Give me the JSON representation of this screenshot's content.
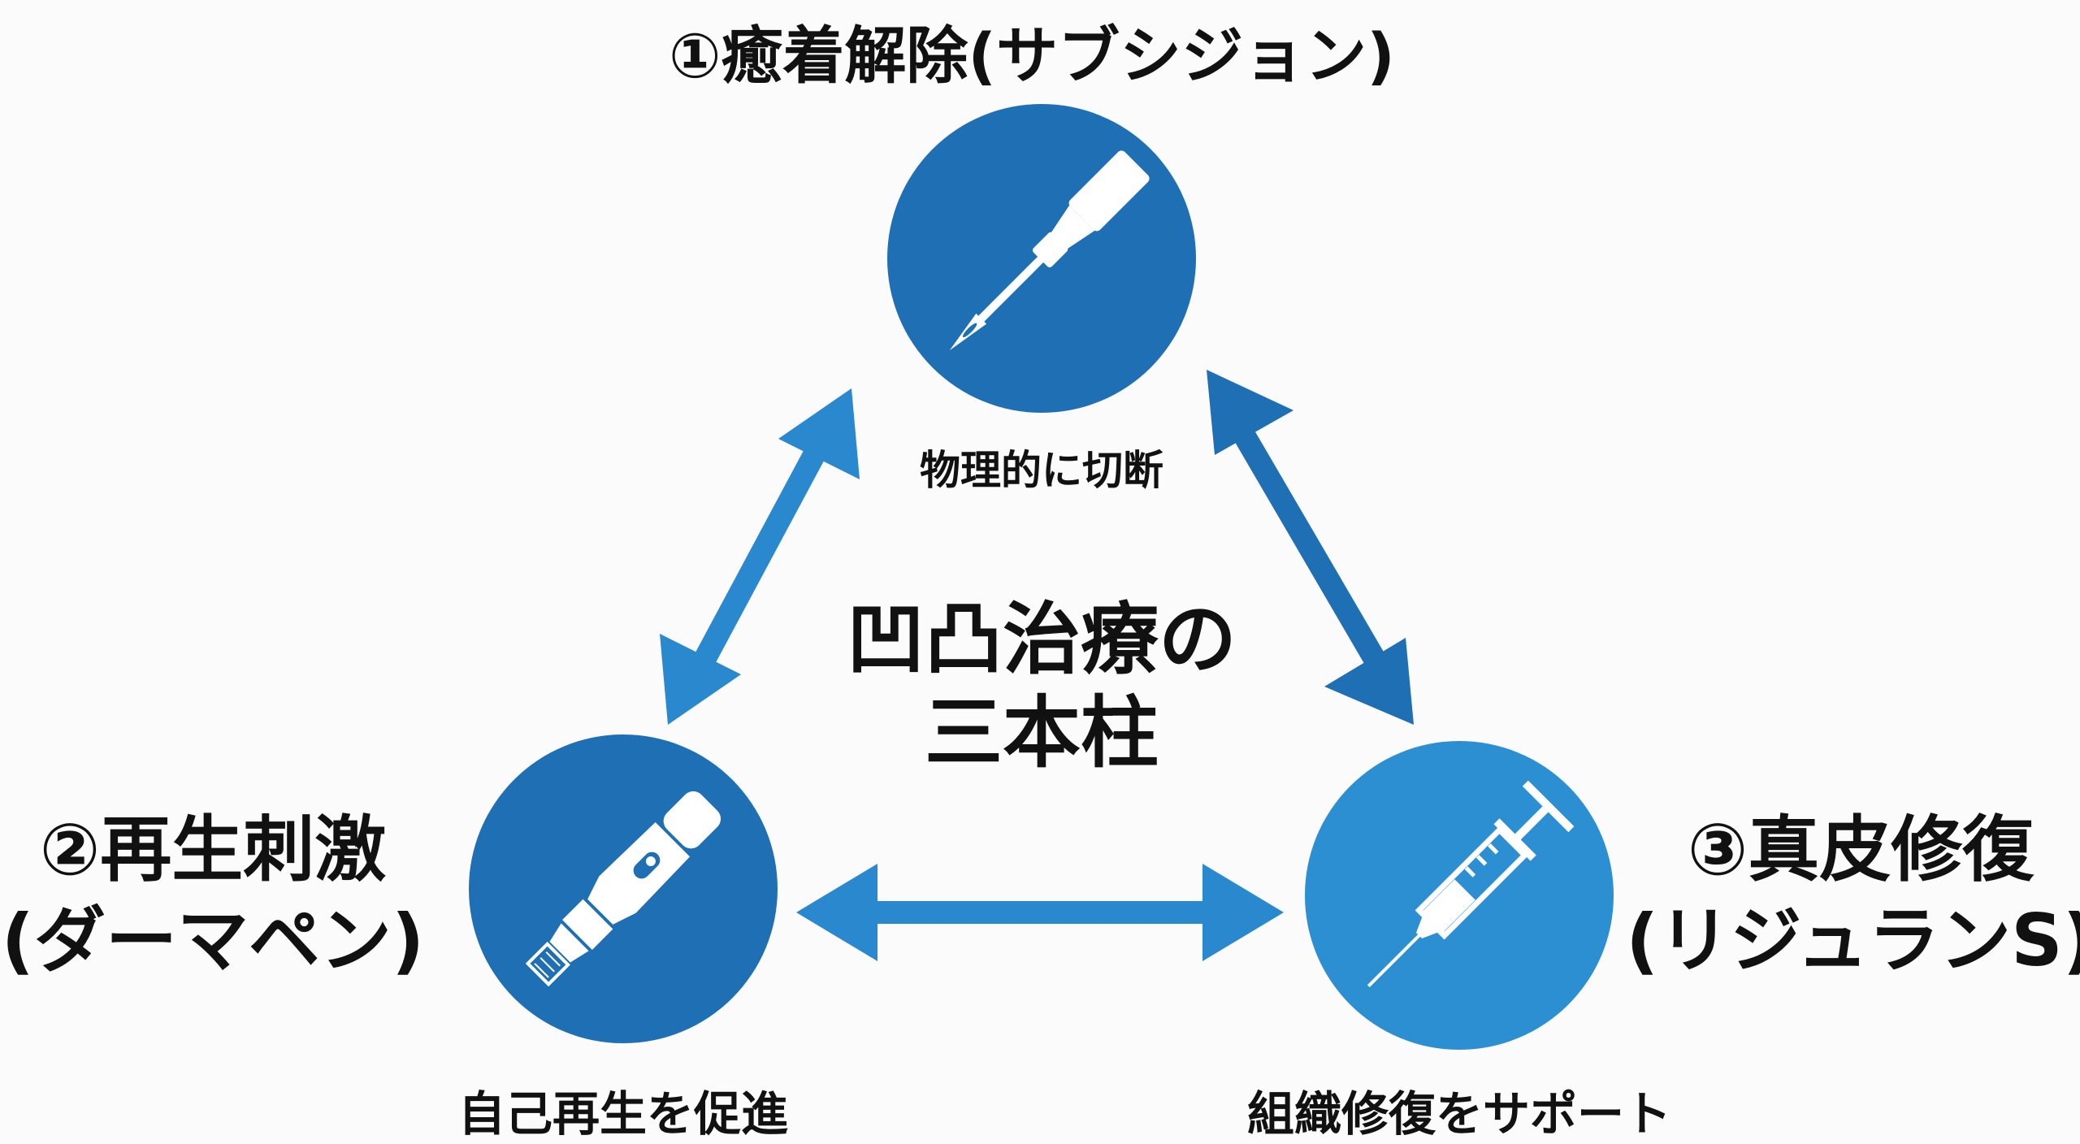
{
  "center": {
    "line1": "凹凸治療の",
    "line2": "三本柱"
  },
  "pillars": [
    {
      "title": "①癒着解除(サブシジョン)",
      "caption": "物理的に切断",
      "icon": "needle-icon"
    },
    {
      "title": "②再生刺激",
      "subtitle": "(ダーマペン)",
      "caption": "自己再生を促進",
      "icon": "derma-pen-icon"
    },
    {
      "title": "③真皮修復",
      "subtitle": "(リジュランS)",
      "caption": "組織修復をサポート",
      "icon": "syringe-icon"
    }
  ],
  "colors": {
    "circle_dark": "#1f6fb4",
    "circle_light": "#2b8fd2",
    "arrow": "#2a88cf",
    "arrow_dark": "#1f6fb4"
  }
}
